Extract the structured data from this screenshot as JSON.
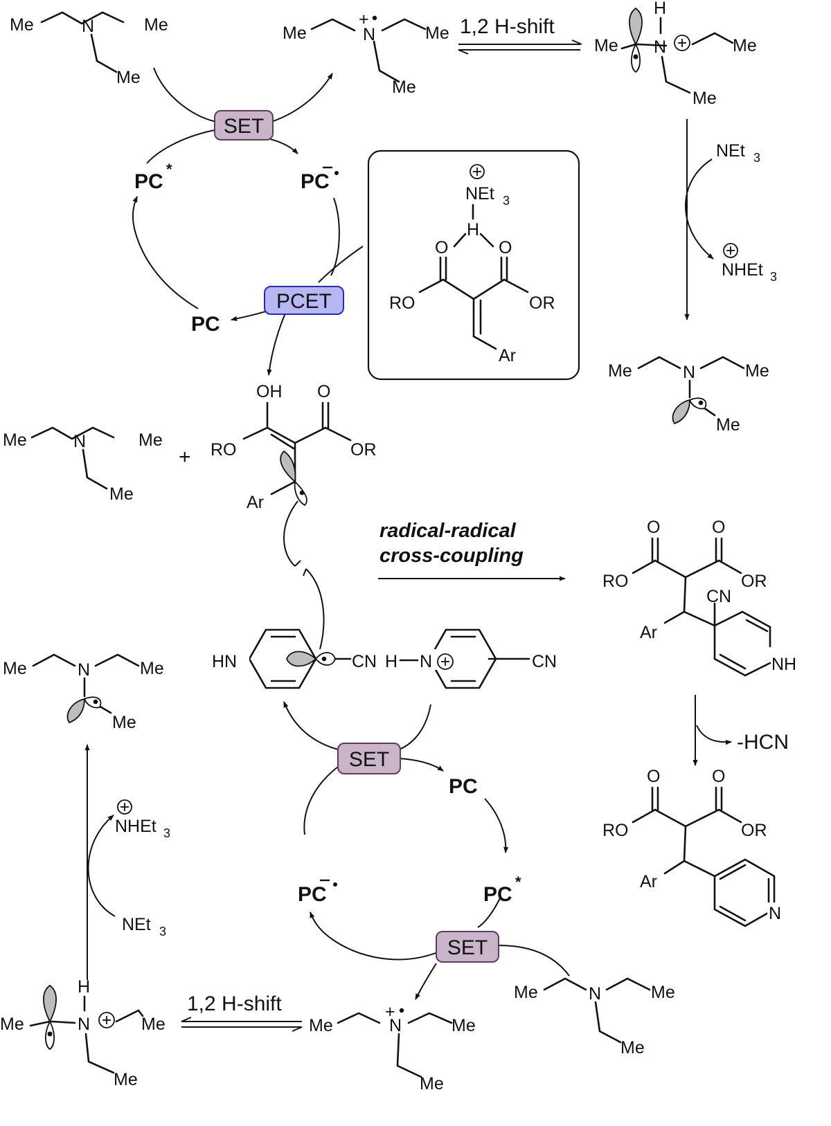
{
  "labels": {
    "me": "Me",
    "n": "N",
    "nplus": "N",
    "pc": "PC",
    "ar": "Ar",
    "ro": "RO",
    "or": "OR",
    "o": "O",
    "oh": "OH",
    "h": "H",
    "hn": "HN",
    "nh": "NH",
    "cn": "CN",
    "plus": "+",
    "h_shift_top": "1,2 H-shift",
    "h_shift_bottom": "1,2 H-shift",
    "net3": "NEt",
    "nhet3": "NHEt",
    "sub3": "3",
    "minus_hcn": "-HCN",
    "coupling_line1": "radical-radical",
    "coupling_line2": "cross-coupling"
  },
  "badges": {
    "set_top": "SET",
    "pcet": "PCET",
    "set_mid": "SET",
    "set_bottom": "SET"
  },
  "colors": {
    "set_fill": "#c9b4c9",
    "set_stroke": "#5a3d5a",
    "pcet_fill": "#b7b7f3",
    "pcet_stroke": "#2a2ab0"
  }
}
